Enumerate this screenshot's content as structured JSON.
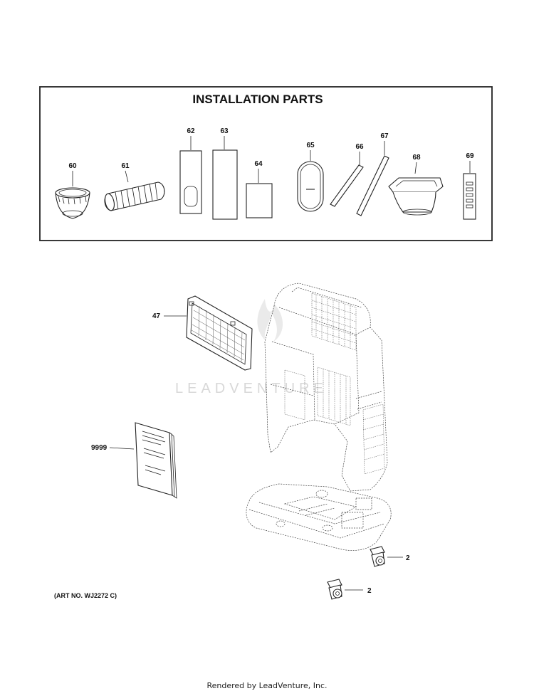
{
  "installation_parts": {
    "title": "INSTALLATION PARTS",
    "parts": [
      "60",
      "61",
      "62",
      "63",
      "64",
      "65",
      "66",
      "67",
      "68",
      "69"
    ]
  },
  "main_parts": {
    "grille": "47",
    "manual": "9999",
    "caster_upper": "2",
    "caster_lower": "2"
  },
  "art_number": "(ART NO. WJ2272 C)",
  "watermark": "LEADVENTURE",
  "footer": "Rendered by LeadVenture, Inc."
}
